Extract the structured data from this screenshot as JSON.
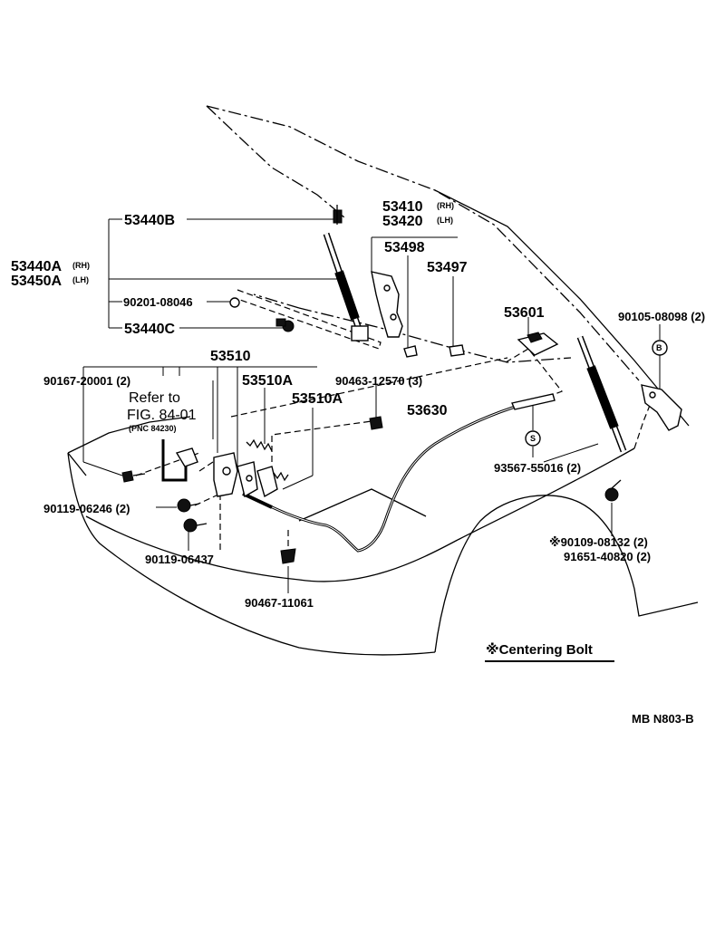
{
  "callouts": {
    "p53440B": "53440B",
    "p53440A": "53440A",
    "p53440A_side": "(RH)",
    "p53450A": "53450A",
    "p53450A_side": "(LH)",
    "p90201": "90201-08046",
    "p53440C": "53440C",
    "p53410": "53410",
    "p53410_side": "(RH)",
    "p53420": "53420",
    "p53420_side": "(LH)",
    "p53498": "53498",
    "p53497": "53497",
    "p53601": "53601",
    "p90105": "90105-08098 (2)",
    "marker_B": "B",
    "p53510": "53510",
    "p90167": "90167-20001 (2)",
    "p53510A_1": "53510A",
    "p53510A_2": "53510A",
    "p90463": "90463-12570 (3)",
    "p53630": "53630",
    "refer_line1": "Refer to",
    "refer_line2": "FIG. 84-01",
    "refer_line3": "(PNC 84230)",
    "marker_S": "S",
    "p93567": "93567-55016 (2)",
    "p90119_06246": "90119-06246 (2)",
    "p90119_06437": "90119-06437",
    "p90109": "※90109-08132 (2)",
    "p91651": "91651-40820 (2)",
    "p90467": "90467-11061"
  },
  "legend": {
    "note": "※Centering Bolt"
  },
  "footer": {
    "code": "MB  N803-B"
  }
}
